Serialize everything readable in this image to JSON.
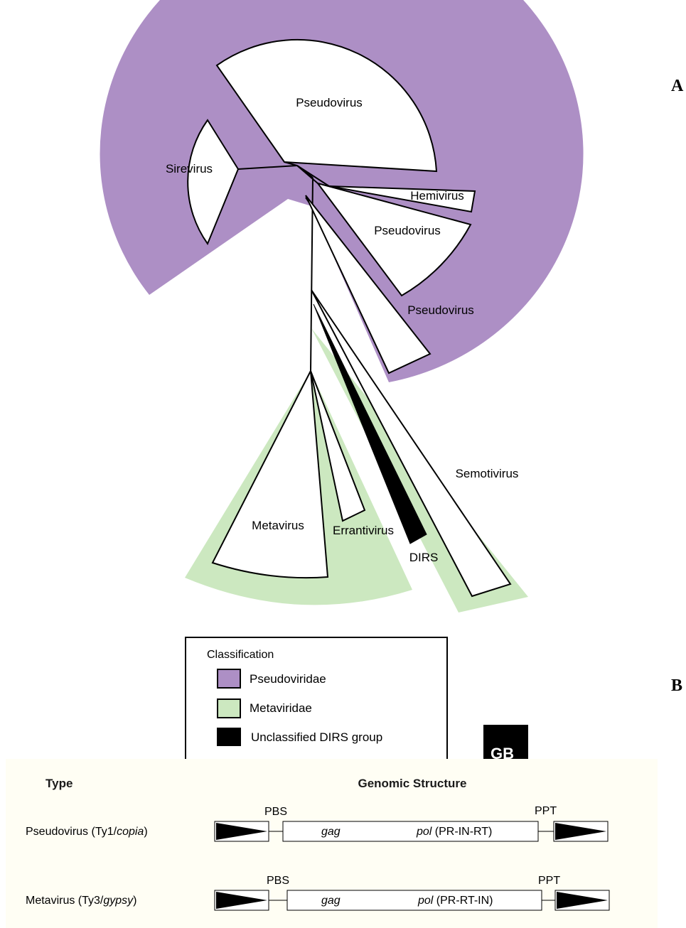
{
  "panels": {
    "a": "A",
    "b": "B"
  },
  "colors": {
    "pseudoviridae": "#ad8fc5",
    "metaviridae": "#cce8c0",
    "dirs": "#000000",
    "panel_b_bg": "#fffef4"
  },
  "tree": {
    "clades": {
      "sirevirus": "Sirevirus",
      "pseudovirus_top": "Pseudovirus",
      "hemivirus": "Hemivirus",
      "pseudovirus_mid": "Pseudovirus",
      "pseudovirus_low": "Pseudovirus",
      "semotivirus": "Semotivirus",
      "metavirus": "Metavirus",
      "errantivirus": "Errantivirus",
      "dirs": "DIRS"
    }
  },
  "legend": {
    "title": "Classification",
    "items": [
      {
        "label": "Pseudoviridae",
        "color": "#ad8fc5"
      },
      {
        "label": "Metaviridae",
        "color": "#cce8c0"
      },
      {
        "label": "Unclassified DIRS group",
        "color": "#000000"
      }
    ]
  },
  "logo": {
    "text": "GB"
  },
  "genome_table": {
    "headers": {
      "type": "Type",
      "structure": "Genomic Structure"
    },
    "rows": [
      {
        "type_prefix": "Pseudovirus (Ty1/",
        "type_italic": "copia",
        "type_suffix": ")",
        "pbs": "PBS",
        "ppt": "PPT",
        "gag": "gag",
        "pol": "pol",
        "pol_detail": " (PR-IN-RT)"
      },
      {
        "type_prefix": "Metavirus (Ty3/",
        "type_italic": "gypsy",
        "type_suffix": ")",
        "pbs": "PBS",
        "ppt": "PPT",
        "gag": "gag",
        "pol": "pol",
        "pol_detail": " (PR-RT-IN)"
      }
    ]
  }
}
